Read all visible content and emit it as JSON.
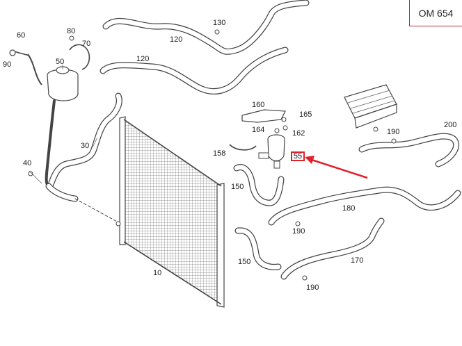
{
  "engine_code": "OM 654",
  "highlighted_part": "55",
  "colors": {
    "line": "#8b8b8b",
    "outline": "#444444",
    "accent": "#e0202a",
    "frame": "#b5303a"
  },
  "callouts": {
    "c10": "10",
    "c30": "30",
    "c40": "40",
    "c50": "50",
    "c60": "60",
    "c70": "70",
    "c80": "80",
    "c90": "90",
    "c120a": "120",
    "c120b": "120",
    "c130": "130",
    "c150a": "150",
    "c150b": "150",
    "c158": "158",
    "c160": "160",
    "c162": "162",
    "c164": "164",
    "c165": "165",
    "c170": "170",
    "c180": "180",
    "c190a": "190",
    "c190b": "190",
    "c190c": "190",
    "c200": "200"
  }
}
